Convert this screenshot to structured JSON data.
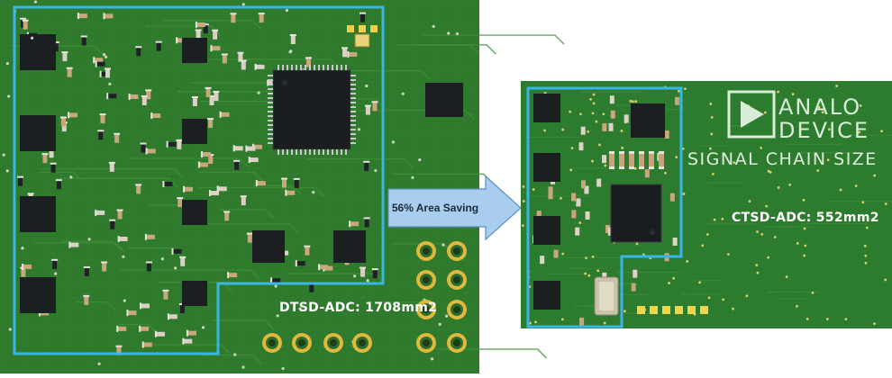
{
  "left_board": {
    "label": "DTSD-ADC: 1708mm2"
  },
  "right_board": {
    "label": "CTSD-ADC: 552mm2",
    "logo_line1": "ANALO",
    "logo_line2": "DEVICE",
    "silkscreen": "SIGNAL CHAIN SIZE"
  },
  "arrow": {
    "label": "56% Area Saving"
  },
  "colors": {
    "pcb_green": "#2f7a2c",
    "pcb_dark": "#245f22",
    "outline_cyan": "#38b6e6",
    "arrow_fill": "#a9cdee",
    "arrow_stroke": "#5a8fc7",
    "chip": "#1c1f22"
  }
}
